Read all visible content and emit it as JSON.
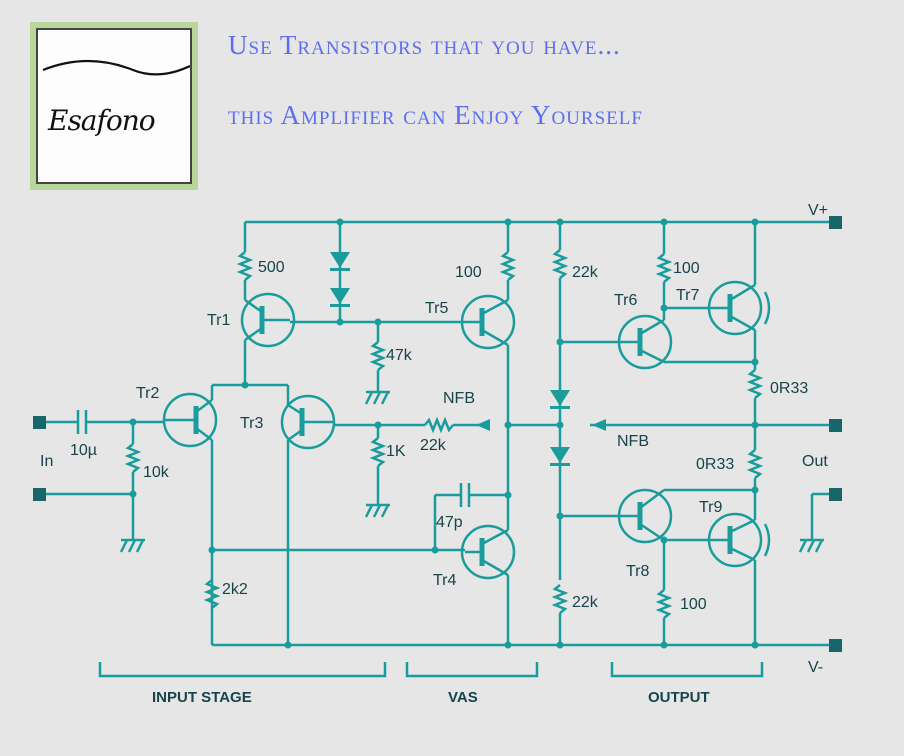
{
  "logo": {
    "brand": "Esafono"
  },
  "headline": {
    "line1": "Use Transistors that you have...",
    "line2": "this Amplifier can Enjoy Yourself"
  },
  "colors": {
    "wire": "#1a9c9c",
    "text": "#16444a",
    "headline": "#5b6ff0",
    "logo_bg": "#b9d79a"
  },
  "schematic": {
    "rails": {
      "vplus": "V+",
      "vminus": "V-"
    },
    "io": {
      "in": "In",
      "out": "Out"
    },
    "transistors": {
      "tr1": "Tr1",
      "tr2": "Tr2",
      "tr3": "Tr3",
      "tr4": "Tr4",
      "tr5": "Tr5",
      "tr6": "Tr6",
      "tr7": "Tr7",
      "tr8": "Tr8",
      "tr9": "Tr9"
    },
    "components": {
      "r500": "500",
      "r100_tr5": "100",
      "r22k_top": "22k",
      "r100_tr6": "100",
      "r47k": "47k",
      "r0r33_top": "0R33",
      "nfb_left": "NFB",
      "r22k_nfb": "22k",
      "nfb_right": "NFB",
      "r1k": "1K",
      "r0r33_bottom": "0R33",
      "c10u": "10µ",
      "r10k": "10k",
      "c47p": "47p",
      "r2k2": "2k2",
      "r22k_bottom": "22k",
      "r100_tr8": "100"
    },
    "sections": {
      "input": "INPUT STAGE",
      "vas": "VAS",
      "output": "OUTPUT"
    }
  }
}
